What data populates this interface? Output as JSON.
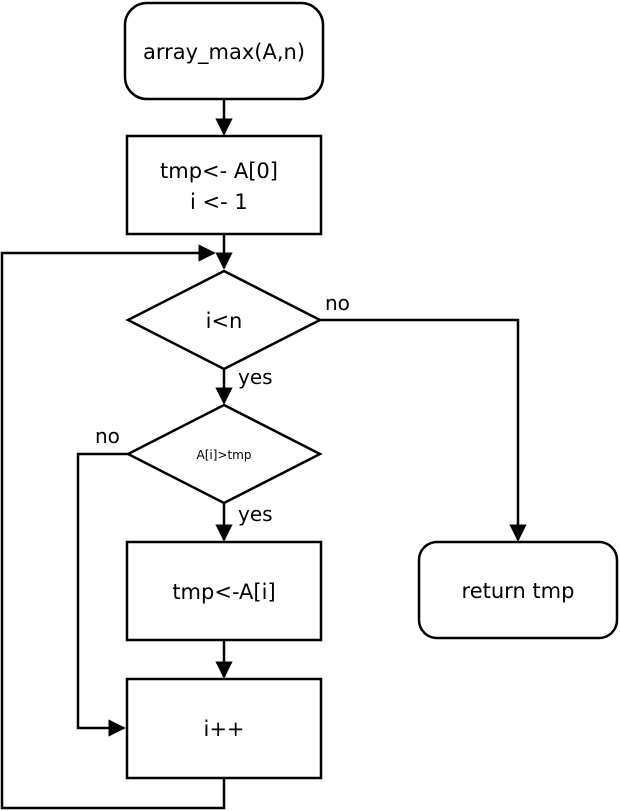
{
  "nodes": {
    "start": "array_max(A,n)",
    "init_line1": "tmp<- A[0]",
    "init_line2": "i <- 1",
    "cond_loop": "i<n",
    "cond_compare": "A[i]>tmp",
    "assign": "tmp<-A[i]",
    "increment": "i++",
    "return": "return tmp"
  },
  "edges": {
    "loop_no": "no",
    "loop_yes": "yes",
    "compare_no": "no",
    "compare_yes": "yes"
  }
}
